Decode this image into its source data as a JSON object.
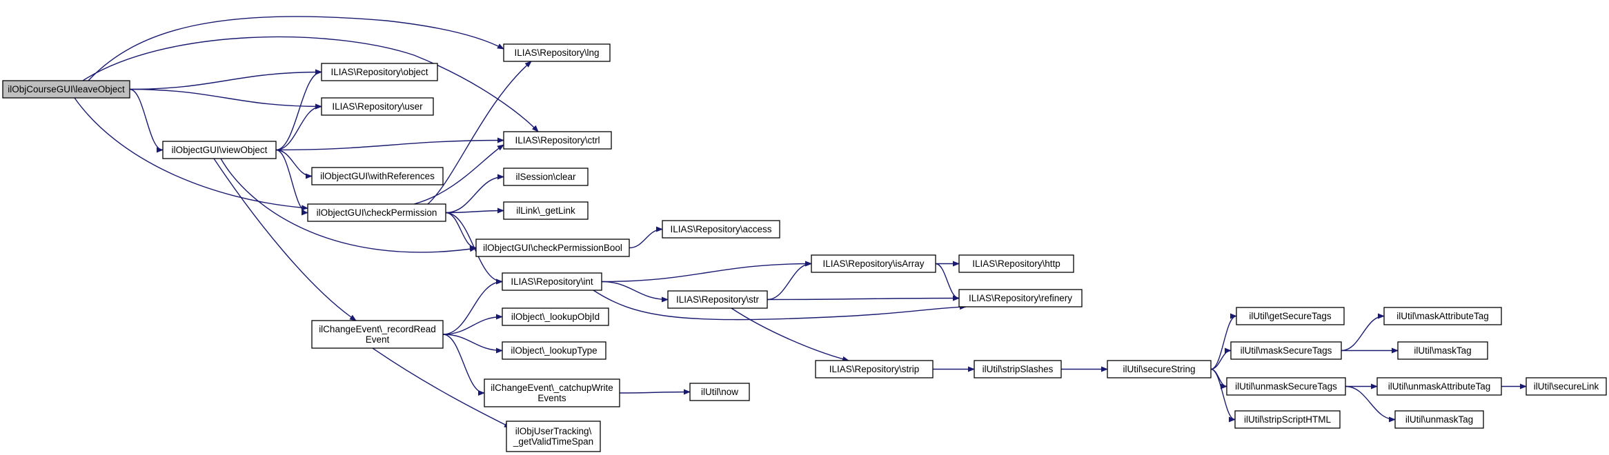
{
  "graph_title": "",
  "nodes": [
    {
      "id": "leaveObject",
      "lines": [
        "ilObjCourseGUI\\leaveObject"
      ],
      "root": true
    },
    {
      "id": "lng",
      "lines": [
        "ILIAS\\Repository\\lng"
      ]
    },
    {
      "id": "object",
      "lines": [
        "ILIAS\\Repository\\object"
      ]
    },
    {
      "id": "user",
      "lines": [
        "ILIAS\\Repository\\user"
      ]
    },
    {
      "id": "viewObject",
      "lines": [
        "ilObjectGUI\\viewObject"
      ]
    },
    {
      "id": "ctrl",
      "lines": [
        "ILIAS\\Repository\\ctrl"
      ]
    },
    {
      "id": "withReferences",
      "lines": [
        "ilObjectGUI\\withReferences"
      ]
    },
    {
      "id": "sessionClear",
      "lines": [
        "ilSession\\clear"
      ]
    },
    {
      "id": "checkPermission",
      "lines": [
        "ilObjectGUI\\checkPermission"
      ]
    },
    {
      "id": "getLink",
      "lines": [
        "ilLink\\_getLink"
      ]
    },
    {
      "id": "access",
      "lines": [
        "ILIAS\\Repository\\access"
      ]
    },
    {
      "id": "checkPermissionBool",
      "lines": [
        "ilObjectGUI\\checkPermissionBool"
      ]
    },
    {
      "id": "isArray",
      "lines": [
        "ILIAS\\Repository\\isArray"
      ]
    },
    {
      "id": "http",
      "lines": [
        "ILIAS\\Repository\\http"
      ]
    },
    {
      "id": "int",
      "lines": [
        "ILIAS\\Repository\\int"
      ]
    },
    {
      "id": "str",
      "lines": [
        "ILIAS\\Repository\\str"
      ]
    },
    {
      "id": "refinery",
      "lines": [
        "ILIAS\\Repository\\refinery"
      ]
    },
    {
      "id": "lookupObjId",
      "lines": [
        "ilObject\\_lookupObjId"
      ]
    },
    {
      "id": "recordReadEvent",
      "lines": [
        "ilChangeEvent\\_recordRead",
        "Event"
      ]
    },
    {
      "id": "lookupType",
      "lines": [
        "ilObject\\_lookupType"
      ]
    },
    {
      "id": "getSecureTags",
      "lines": [
        "ilUtil\\getSecureTags"
      ]
    },
    {
      "id": "maskAttributeTag",
      "lines": [
        "ilUtil\\maskAttributeTag"
      ]
    },
    {
      "id": "strip",
      "lines": [
        "ILIAS\\Repository\\strip"
      ]
    },
    {
      "id": "stripSlashes",
      "lines": [
        "ilUtil\\stripSlashes"
      ]
    },
    {
      "id": "secureString",
      "lines": [
        "ilUtil\\secureString"
      ]
    },
    {
      "id": "maskSecureTags",
      "lines": [
        "ilUtil\\maskSecureTags"
      ]
    },
    {
      "id": "maskTag",
      "lines": [
        "ilUtil\\maskTag"
      ]
    },
    {
      "id": "catchupWriteEvents",
      "lines": [
        "ilChangeEvent\\_catchupWrite",
        "Events"
      ]
    },
    {
      "id": "now",
      "lines": [
        "ilUtil\\now"
      ]
    },
    {
      "id": "unmaskSecureTags",
      "lines": [
        "ilUtil\\unmaskSecureTags"
      ]
    },
    {
      "id": "unmaskAttributeTag",
      "lines": [
        "ilUtil\\unmaskAttributeTag"
      ]
    },
    {
      "id": "secureLink",
      "lines": [
        "ilUtil\\secureLink"
      ]
    },
    {
      "id": "unmaskTag",
      "lines": [
        "ilUtil\\unmaskTag"
      ]
    },
    {
      "id": "stripScriptHTML",
      "lines": [
        "ilUtil\\stripScriptHTML"
      ]
    },
    {
      "id": "getValidTimeSpan",
      "lines": [
        "ilObjUserTracking\\",
        "_getValidTimeSpan"
      ]
    }
  ],
  "edges": [
    [
      "leaveObject",
      "lng"
    ],
    [
      "leaveObject",
      "object"
    ],
    [
      "leaveObject",
      "user"
    ],
    [
      "leaveObject",
      "viewObject"
    ],
    [
      "leaveObject",
      "ctrl"
    ],
    [
      "leaveObject",
      "checkPermission"
    ],
    [
      "viewObject",
      "object"
    ],
    [
      "viewObject",
      "user"
    ],
    [
      "viewObject",
      "ctrl"
    ],
    [
      "viewObject",
      "withReferences"
    ],
    [
      "viewObject",
      "checkPermission"
    ],
    [
      "viewObject",
      "checkPermissionBool"
    ],
    [
      "viewObject",
      "recordReadEvent"
    ],
    [
      "checkPermission",
      "lng"
    ],
    [
      "checkPermission",
      "ctrl"
    ],
    [
      "checkPermission",
      "sessionClear"
    ],
    [
      "checkPermission",
      "getLink"
    ],
    [
      "checkPermission",
      "checkPermissionBool"
    ],
    [
      "checkPermission",
      "int"
    ],
    [
      "checkPermissionBool",
      "access"
    ],
    [
      "int",
      "isArray"
    ],
    [
      "int",
      "str"
    ],
    [
      "int",
      "refinery"
    ],
    [
      "str",
      "isArray"
    ],
    [
      "str",
      "refinery"
    ],
    [
      "str",
      "strip"
    ],
    [
      "isArray",
      "http"
    ],
    [
      "isArray",
      "refinery"
    ],
    [
      "strip",
      "stripSlashes"
    ],
    [
      "stripSlashes",
      "secureString"
    ],
    [
      "secureString",
      "getSecureTags"
    ],
    [
      "secureString",
      "maskSecureTags"
    ],
    [
      "secureString",
      "unmaskSecureTags"
    ],
    [
      "secureString",
      "stripScriptHTML"
    ],
    [
      "maskSecureTags",
      "maskAttributeTag"
    ],
    [
      "maskSecureTags",
      "maskTag"
    ],
    [
      "unmaskSecureTags",
      "unmaskAttributeTag"
    ],
    [
      "unmaskSecureTags",
      "unmaskTag"
    ],
    [
      "unmaskAttributeTag",
      "secureLink"
    ],
    [
      "recordReadEvent",
      "int"
    ],
    [
      "recordReadEvent",
      "lookupObjId"
    ],
    [
      "recordReadEvent",
      "lookupType"
    ],
    [
      "recordReadEvent",
      "catchupWriteEvents"
    ],
    [
      "recordReadEvent",
      "getValidTimeSpan"
    ],
    [
      "catchupWriteEvents",
      "now"
    ]
  ],
  "colors": {
    "edge": "#191970",
    "node_fill": "#ffffff",
    "root_fill": "#bfbfbf",
    "node_border": "#000000"
  }
}
